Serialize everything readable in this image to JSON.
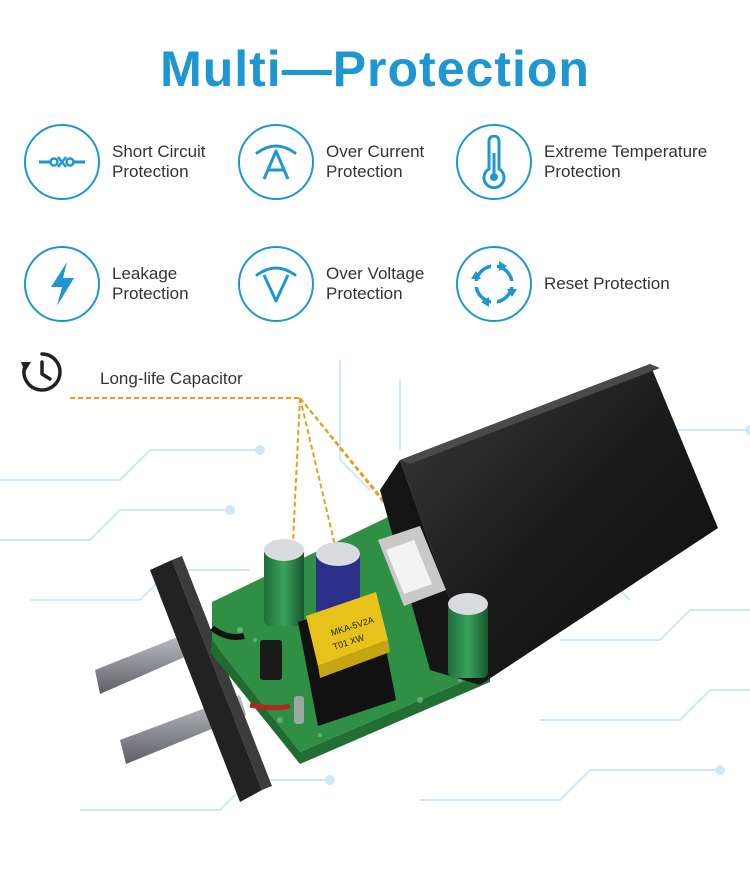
{
  "title": "Multi—Protection",
  "colors": {
    "accent": "#1e96d2",
    "circuit": "#cfe8f6",
    "leader": "#e0a21a",
    "board": "#2f8f45",
    "housing": "#1c1c1c"
  },
  "features": [
    {
      "label": "Short Circuit\nProtection",
      "icon": "short-circuit-icon"
    },
    {
      "label": "Over Current\nProtection",
      "icon": "current-icon"
    },
    {
      "label": "Extreme Temperature\nProtection",
      "icon": "thermometer-icon"
    },
    {
      "label": "Leakage\nProtection",
      "icon": "lightning-icon"
    },
    {
      "label": "Over Voltage\nProtection",
      "icon": "voltage-icon"
    },
    {
      "label": "Reset Protection",
      "icon": "reset-icon"
    }
  ],
  "capacitor_label": "Long-life Capacitor",
  "transformer_text": [
    "MKA-5V2A",
    "T01  XW"
  ]
}
